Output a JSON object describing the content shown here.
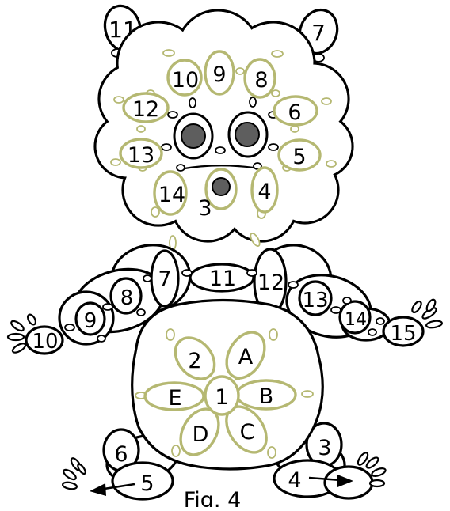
{
  "figure": {
    "caption": "Fig. 4",
    "head": {
      "ears": [
        "11",
        "7"
      ],
      "green_rings": [
        "10",
        "9",
        "8",
        "12",
        "6",
        "13",
        "5",
        "14",
        "4"
      ],
      "nose_label": "3"
    },
    "arms": {
      "body_chains": [
        "7",
        "11",
        "12"
      ],
      "left_chains": [
        "8",
        "9",
        "10"
      ],
      "right_chains": [
        "13",
        "14",
        "15"
      ]
    },
    "belly": {
      "center": "1",
      "top_left": "2",
      "petals": [
        "A",
        "B",
        "C",
        "D",
        "E"
      ]
    },
    "legs": {
      "left_chain": "6",
      "left_foot": "5",
      "right_chain": "3",
      "right_foot": "4"
    }
  },
  "colors": {
    "outline": "#000000",
    "green_ring": "#b5b872",
    "eye_pupil": "#5e5e5e"
  }
}
